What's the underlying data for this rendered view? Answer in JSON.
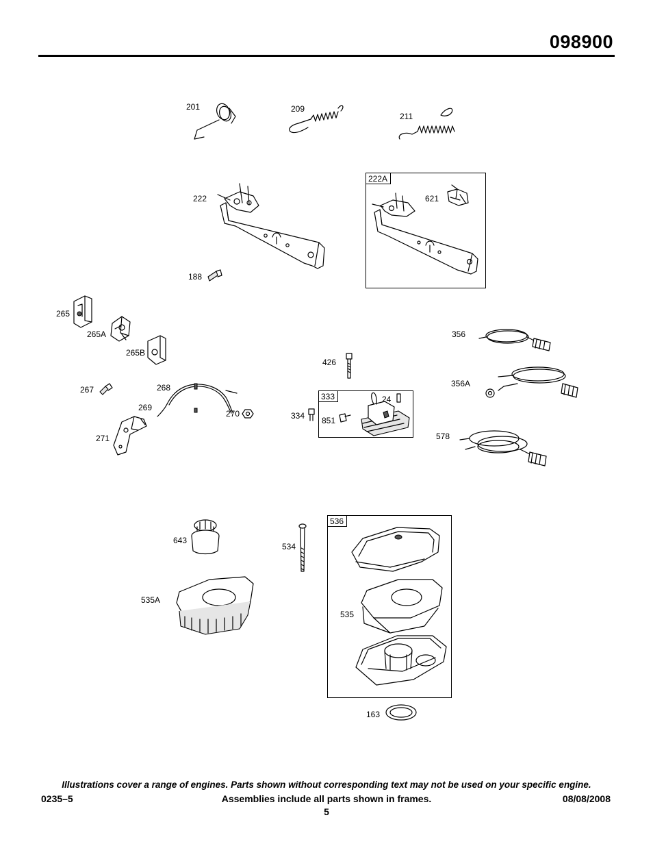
{
  "header": {
    "title": "098900"
  },
  "callouts": [
    {
      "id": "c201",
      "text": "201"
    },
    {
      "id": "c209",
      "text": "209"
    },
    {
      "id": "c211",
      "text": "211"
    },
    {
      "id": "c222",
      "text": "222"
    },
    {
      "id": "c621",
      "text": "621"
    },
    {
      "id": "c188",
      "text": "188"
    },
    {
      "id": "c265",
      "text": "265"
    },
    {
      "id": "c265A",
      "text": "265A"
    },
    {
      "id": "c265B",
      "text": "265B"
    },
    {
      "id": "c356",
      "text": "356"
    },
    {
      "id": "c356A",
      "text": "356A"
    },
    {
      "id": "c426",
      "text": "426"
    },
    {
      "id": "c24",
      "text": "24"
    },
    {
      "id": "c334",
      "text": "334"
    },
    {
      "id": "c851",
      "text": "851"
    },
    {
      "id": "c267",
      "text": "267"
    },
    {
      "id": "c268",
      "text": "268"
    },
    {
      "id": "c269",
      "text": "269"
    },
    {
      "id": "c270",
      "text": "270"
    },
    {
      "id": "c271",
      "text": "271"
    },
    {
      "id": "c578",
      "text": "578"
    },
    {
      "id": "c643",
      "text": "643"
    },
    {
      "id": "c534",
      "text": "534"
    },
    {
      "id": "c535A",
      "text": "535A"
    },
    {
      "id": "c535",
      "text": "535"
    },
    {
      "id": "c163",
      "text": "163"
    }
  ],
  "frames": {
    "f222A": "222A",
    "f333": "333",
    "f536": "536"
  },
  "footer": {
    "disclaimer": "Illustrations cover a range of engines. Parts shown without corresponding text may not be used on your specific engine.",
    "doc_code": "0235–5",
    "frames_note": "Assemblies include all parts shown in frames.",
    "date": "08/08/2008",
    "page": "5"
  }
}
